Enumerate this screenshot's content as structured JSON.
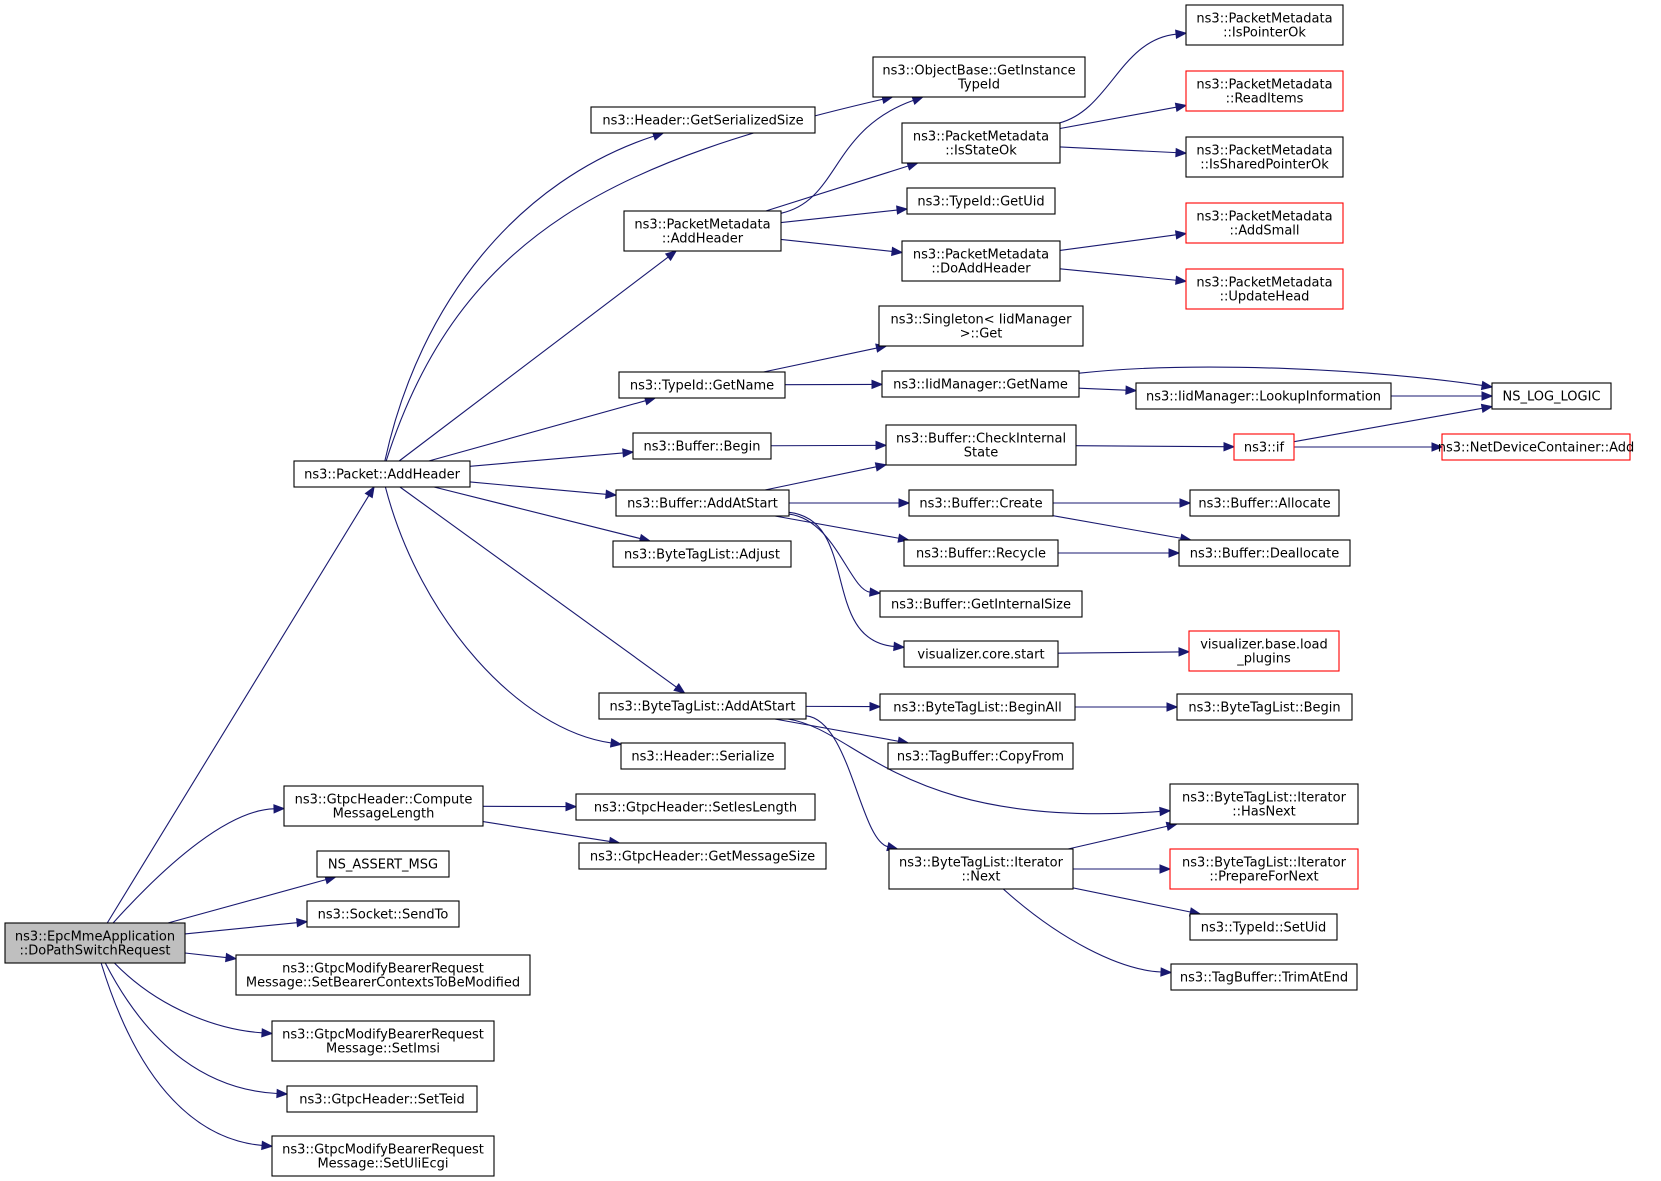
{
  "colors": {
    "edge": "#191970",
    "normal_border": "#000000",
    "truncated_border": "#ff0000",
    "root_fill": "#bfbfbf",
    "node_fill": "#ffffff"
  },
  "nodes": [
    {
      "id": "root",
      "lines": [
        "ns3::EpcMmeApplication",
        "::DoPathSwitchRequest"
      ],
      "kind": "root"
    },
    {
      "id": "packet_addheader",
      "lines": [
        "ns3::Packet::AddHeader"
      ],
      "kind": "normal"
    },
    {
      "id": "gtpc_compute",
      "lines": [
        "ns3::GtpcHeader::Compute",
        "MessageLength"
      ],
      "kind": "normal"
    },
    {
      "id": "ns_assert_msg",
      "lines": [
        "NS_ASSERT_MSG"
      ],
      "kind": "normal"
    },
    {
      "id": "socket_sendto",
      "lines": [
        "ns3::Socket::SendTo"
      ],
      "kind": "normal"
    },
    {
      "id": "gtpc_setbearer",
      "lines": [
        "ns3::GtpcModifyBearerRequest",
        "Message::SetBearerContextsToBeModified"
      ],
      "kind": "normal"
    },
    {
      "id": "gtpc_setimsi",
      "lines": [
        "ns3::GtpcModifyBearerRequest",
        "Message::SetImsi"
      ],
      "kind": "normal"
    },
    {
      "id": "gtpc_setteid",
      "lines": [
        "ns3::GtpcHeader::SetTeid"
      ],
      "kind": "normal"
    },
    {
      "id": "gtpc_setuliecgi",
      "lines": [
        "ns3::GtpcModifyBearerRequest",
        "Message::SetUliEcgi"
      ],
      "kind": "normal"
    },
    {
      "id": "header_getserializedsize",
      "lines": [
        "ns3::Header::GetSerializedSize"
      ],
      "kind": "normal"
    },
    {
      "id": "objectbase_getinstancetypeid",
      "lines": [
        "ns3::ObjectBase::GetInstance",
        "TypeId"
      ],
      "kind": "normal"
    },
    {
      "id": "pm_addheader",
      "lines": [
        "ns3::PacketMetadata",
        "::AddHeader"
      ],
      "kind": "normal"
    },
    {
      "id": "typeid_getname",
      "lines": [
        "ns3::TypeId::GetName"
      ],
      "kind": "normal"
    },
    {
      "id": "buffer_begin",
      "lines": [
        "ns3::Buffer::Begin"
      ],
      "kind": "normal"
    },
    {
      "id": "buffer_addatstart",
      "lines": [
        "ns3::Buffer::AddAtStart"
      ],
      "kind": "normal"
    },
    {
      "id": "btl_adjust",
      "lines": [
        "ns3::ByteTagList::Adjust"
      ],
      "kind": "normal"
    },
    {
      "id": "btl_addatstart",
      "lines": [
        "ns3::ByteTagList::AddAtStart"
      ],
      "kind": "normal"
    },
    {
      "id": "header_serialize",
      "lines": [
        "ns3::Header::Serialize"
      ],
      "kind": "normal"
    },
    {
      "id": "gtpc_setieslength",
      "lines": [
        "ns3::GtpcHeader::SetIesLength"
      ],
      "kind": "normal"
    },
    {
      "id": "gtpc_getmessagesize",
      "lines": [
        "ns3::GtpcHeader::GetMessageSize"
      ],
      "kind": "normal"
    },
    {
      "id": "pm_isstateok",
      "lines": [
        "ns3::PacketMetadata",
        "::IsStateOk"
      ],
      "kind": "normal"
    },
    {
      "id": "typeid_getuid",
      "lines": [
        "ns3::TypeId::GetUid"
      ],
      "kind": "normal"
    },
    {
      "id": "pm_doaddheader",
      "lines": [
        "ns3::PacketMetadata",
        "::DoAddHeader"
      ],
      "kind": "normal"
    },
    {
      "id": "singleton_get",
      "lines": [
        "ns3::Singleton< IidManager",
        ">::Get"
      ],
      "kind": "normal"
    },
    {
      "id": "iidmanager_getname",
      "lines": [
        "ns3::IidManager::GetName"
      ],
      "kind": "normal"
    },
    {
      "id": "buffer_checkinternalstate",
      "lines": [
        "ns3::Buffer::CheckInternal",
        "State"
      ],
      "kind": "normal"
    },
    {
      "id": "buffer_create",
      "lines": [
        "ns3::Buffer::Create"
      ],
      "kind": "normal"
    },
    {
      "id": "buffer_recycle",
      "lines": [
        "ns3::Buffer::Recycle"
      ],
      "kind": "normal"
    },
    {
      "id": "buffer_getinternalsize",
      "lines": [
        "ns3::Buffer::GetInternalSize"
      ],
      "kind": "normal"
    },
    {
      "id": "visualizer_core_start",
      "lines": [
        "visualizer.core.start"
      ],
      "kind": "normal"
    },
    {
      "id": "btl_beginall",
      "lines": [
        "ns3::ByteTagList::BeginAll"
      ],
      "kind": "normal"
    },
    {
      "id": "tagbuffer_copyfrom",
      "lines": [
        "ns3::TagBuffer::CopyFrom"
      ],
      "kind": "normal"
    },
    {
      "id": "btl_iter_next",
      "lines": [
        "ns3::ByteTagList::Iterator",
        "::Next"
      ],
      "kind": "normal"
    },
    {
      "id": "pm_ispointerok",
      "lines": [
        "ns3::PacketMetadata",
        "::IsPointerOk"
      ],
      "kind": "normal"
    },
    {
      "id": "pm_readitems",
      "lines": [
        "ns3::PacketMetadata",
        "::ReadItems"
      ],
      "kind": "truncated"
    },
    {
      "id": "pm_issharedpointerok",
      "lines": [
        "ns3::PacketMetadata",
        "::IsSharedPointerOk"
      ],
      "kind": "normal"
    },
    {
      "id": "pm_addsmall",
      "lines": [
        "ns3::PacketMetadata",
        "::AddSmall"
      ],
      "kind": "truncated"
    },
    {
      "id": "pm_updatehead",
      "lines": [
        "ns3::PacketMetadata",
        "::UpdateHead"
      ],
      "kind": "truncated"
    },
    {
      "id": "iidmanager_lookupinformation",
      "lines": [
        "ns3::IidManager::LookupInformation"
      ],
      "kind": "normal"
    },
    {
      "id": "ns_log_logic",
      "lines": [
        "NS_LOG_LOGIC"
      ],
      "kind": "normal"
    },
    {
      "id": "ns3_if",
      "lines": [
        "ns3::if"
      ],
      "kind": "truncated"
    },
    {
      "id": "netdevicecontainer_add",
      "lines": [
        "ns3::NetDeviceContainer::Add"
      ],
      "kind": "truncated"
    },
    {
      "id": "buffer_allocate",
      "lines": [
        "ns3::Buffer::Allocate"
      ],
      "kind": "normal"
    },
    {
      "id": "buffer_deallocate",
      "lines": [
        "ns3::Buffer::Deallocate"
      ],
      "kind": "normal"
    },
    {
      "id": "visualizer_base_load_plugins",
      "lines": [
        "visualizer.base.load",
        "_plugins"
      ],
      "kind": "truncated"
    },
    {
      "id": "btl_begin",
      "lines": [
        "ns3::ByteTagList::Begin"
      ],
      "kind": "normal"
    },
    {
      "id": "btl_iter_hasnext",
      "lines": [
        "ns3::ByteTagList::Iterator",
        "::HasNext"
      ],
      "kind": "normal"
    },
    {
      "id": "btl_iter_preparefornext",
      "lines": [
        "ns3::ByteTagList::Iterator",
        "::PrepareForNext"
      ],
      "kind": "truncated"
    },
    {
      "id": "typeid_setuid",
      "lines": [
        "ns3::TypeId::SetUid"
      ],
      "kind": "normal"
    },
    {
      "id": "tagbuffer_trimatend",
      "lines": [
        "ns3::TagBuffer::TrimAtEnd"
      ],
      "kind": "normal"
    }
  ],
  "edges": [
    [
      "root",
      "packet_addheader"
    ],
    [
      "root",
      "gtpc_compute"
    ],
    [
      "root",
      "ns_assert_msg"
    ],
    [
      "root",
      "socket_sendto"
    ],
    [
      "root",
      "gtpc_setbearer"
    ],
    [
      "root",
      "gtpc_setimsi"
    ],
    [
      "root",
      "gtpc_setteid"
    ],
    [
      "root",
      "gtpc_setuliecgi"
    ],
    [
      "packet_addheader",
      "header_getserializedsize"
    ],
    [
      "packet_addheader",
      "objectbase_getinstancetypeid"
    ],
    [
      "packet_addheader",
      "pm_addheader"
    ],
    [
      "packet_addheader",
      "typeid_getname"
    ],
    [
      "packet_addheader",
      "buffer_begin"
    ],
    [
      "packet_addheader",
      "buffer_addatstart"
    ],
    [
      "packet_addheader",
      "btl_adjust"
    ],
    [
      "packet_addheader",
      "btl_addatstart"
    ],
    [
      "packet_addheader",
      "header_serialize"
    ],
    [
      "gtpc_compute",
      "gtpc_setieslength"
    ],
    [
      "gtpc_compute",
      "gtpc_getmessagesize"
    ],
    [
      "pm_addheader",
      "objectbase_getinstancetypeid"
    ],
    [
      "pm_addheader",
      "pm_isstateok"
    ],
    [
      "pm_addheader",
      "typeid_getuid"
    ],
    [
      "pm_addheader",
      "pm_doaddheader"
    ],
    [
      "pm_isstateok",
      "pm_ispointerok"
    ],
    [
      "pm_isstateok",
      "pm_readitems"
    ],
    [
      "pm_isstateok",
      "pm_issharedpointerok"
    ],
    [
      "pm_doaddheader",
      "pm_addsmall"
    ],
    [
      "pm_doaddheader",
      "pm_updatehead"
    ],
    [
      "typeid_getname",
      "singleton_get"
    ],
    [
      "typeid_getname",
      "iidmanager_getname"
    ],
    [
      "iidmanager_getname",
      "ns_log_logic"
    ],
    [
      "iidmanager_getname",
      "iidmanager_lookupinformation"
    ],
    [
      "iidmanager_lookupinformation",
      "ns_log_logic"
    ],
    [
      "buffer_begin",
      "buffer_checkinternalstate"
    ],
    [
      "buffer_checkinternalstate",
      "ns3_if"
    ],
    [
      "ns3_if",
      "ns_log_logic"
    ],
    [
      "ns3_if",
      "netdevicecontainer_add"
    ],
    [
      "buffer_addatstart",
      "buffer_checkinternalstate"
    ],
    [
      "buffer_addatstart",
      "buffer_create"
    ],
    [
      "buffer_addatstart",
      "buffer_recycle"
    ],
    [
      "buffer_addatstart",
      "buffer_getinternalsize"
    ],
    [
      "buffer_addatstart",
      "visualizer_core_start"
    ],
    [
      "buffer_create",
      "buffer_allocate"
    ],
    [
      "buffer_create",
      "buffer_deallocate"
    ],
    [
      "buffer_recycle",
      "buffer_deallocate"
    ],
    [
      "visualizer_core_start",
      "visualizer_base_load_plugins"
    ],
    [
      "btl_addatstart",
      "btl_beginall"
    ],
    [
      "btl_addatstart",
      "tagbuffer_copyfrom"
    ],
    [
      "btl_addatstart",
      "btl_iter_hasnext"
    ],
    [
      "btl_addatstart",
      "btl_iter_next"
    ],
    [
      "btl_beginall",
      "btl_begin"
    ],
    [
      "btl_iter_next",
      "btl_iter_hasnext"
    ],
    [
      "btl_iter_next",
      "btl_iter_preparefornext"
    ],
    [
      "btl_iter_next",
      "typeid_setuid"
    ],
    [
      "btl_iter_next",
      "tagbuffer_trimatend"
    ]
  ]
}
